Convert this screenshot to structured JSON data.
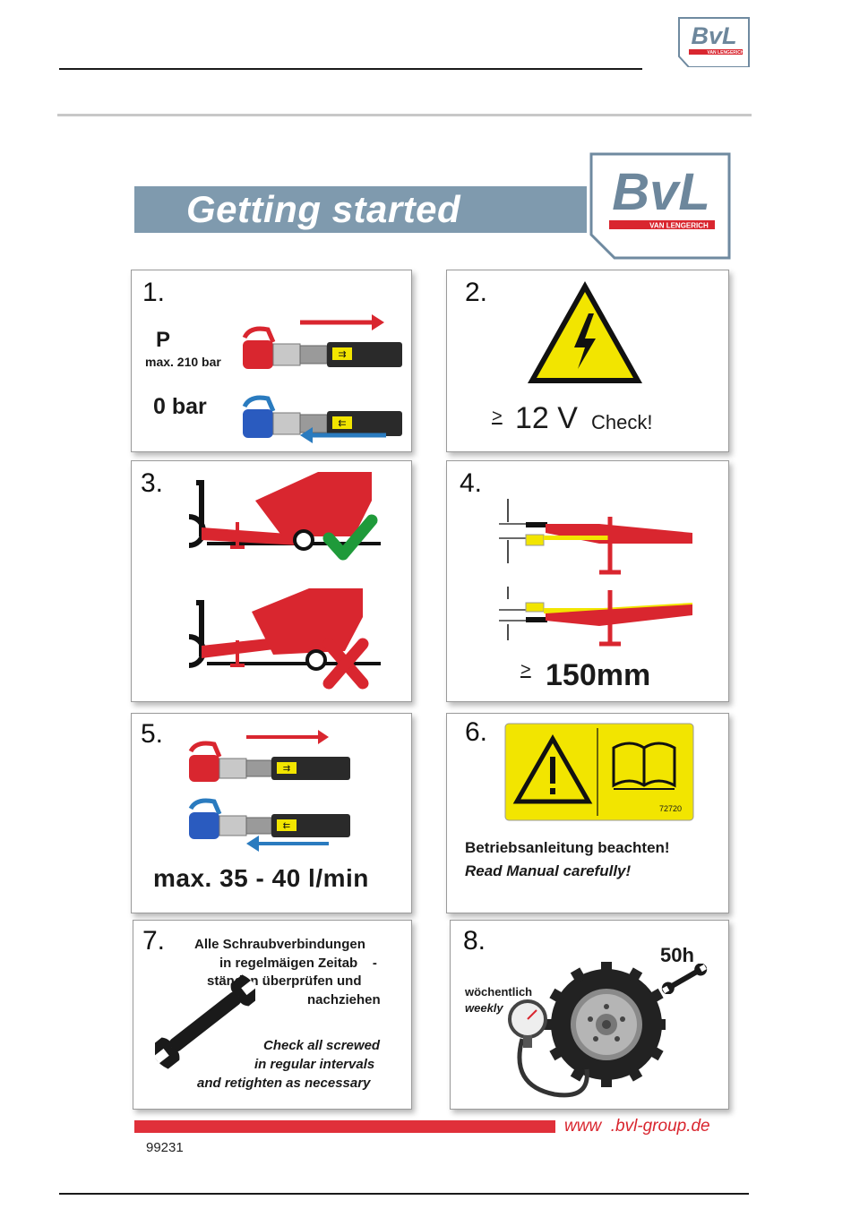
{
  "logo": {
    "brand": "BvL",
    "sub": "VAN LENGERICH"
  },
  "title": "Getting started",
  "panels": [
    {
      "num": "1.",
      "p_label": "P",
      "p_max": "max. 210 bar",
      "zero": "0 bar"
    },
    {
      "num": "2.",
      "ge": ">",
      "voltage": "12 V",
      "check": "Check!"
    },
    {
      "num": "3."
    },
    {
      "num": "4.",
      "ge": ">",
      "distance": "150mm"
    },
    {
      "num": "5.",
      "flow": "max. 35 - 40 l/min"
    },
    {
      "num": "6.",
      "label_code": "72720",
      "de": "Betriebsanleitung beachten!",
      "en": "Read Manual carefully!"
    },
    {
      "num": "7.",
      "de_lines": [
        "Alle Schraubverbindungen",
        "in regelmäigen Zeitab    -",
        "ständen überprüfen und",
        "nachziehen"
      ],
      "en_lines": [
        "Check all screwed",
        "in regular intervals",
        "and retighten as necessary"
      ]
    },
    {
      "num": "8.",
      "hours": "50h",
      "de": "wöchentlich",
      "en": "weekly"
    }
  ],
  "footer": {
    "url": "www  .bvl-group.de",
    "doc_number": "99231"
  },
  "colors": {
    "red": "#d9262f",
    "blue": "#2a7bbf",
    "title_bar": "#7f9aae",
    "yellow": "#f2e500",
    "green": "#1f9a3a"
  }
}
